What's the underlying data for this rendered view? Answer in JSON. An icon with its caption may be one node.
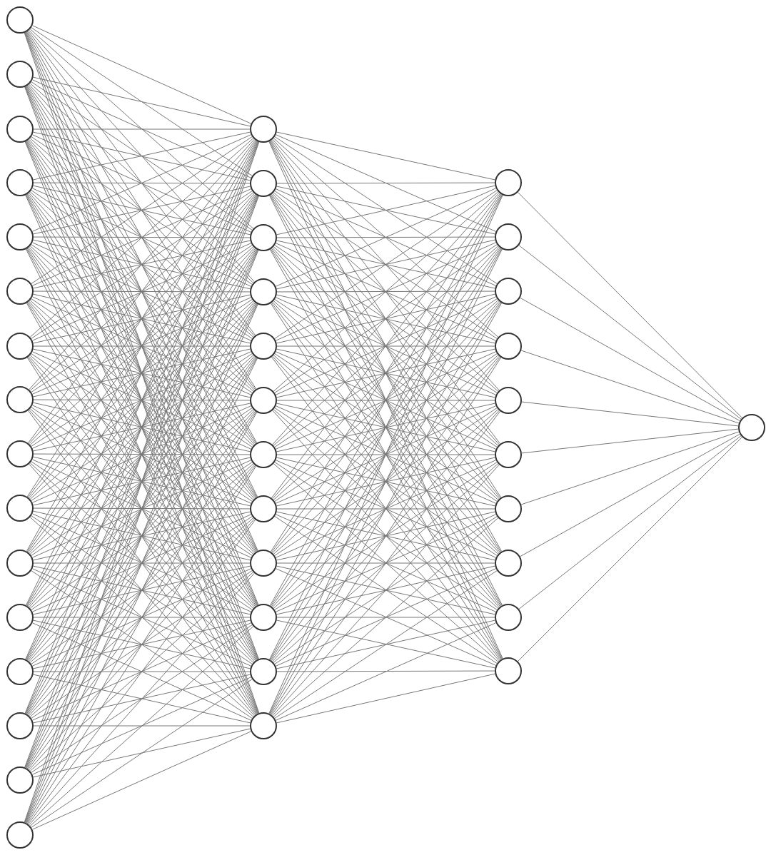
{
  "diagram": {
    "nodes": [
      {
        "text": [],
        "shape": "circle"
      },
      {
        "text": [],
        "shape": "circle"
      },
      {
        "text": [],
        "shape": "circle"
      },
      {
        "text": [],
        "shape": "circle"
      },
      {
        "text": [],
        "shape": "circle"
      },
      {
        "text": [],
        "shape": "circle"
      },
      {
        "text": [],
        "shape": "circle"
      },
      {
        "text": [],
        "shape": "circle"
      },
      {
        "text": [],
        "shape": "circle"
      },
      {
        "text": [],
        "shape": "circle"
      },
      {
        "text": [],
        "shape": "circle"
      },
      {
        "text": [],
        "shape": "circle"
      },
      {
        "text": [],
        "shape": "circle"
      },
      {
        "text": [],
        "shape": "circle"
      },
      {
        "text": [],
        "shape": "circle"
      },
      {
        "text": [],
        "shape": "circle"
      },
      {
        "text": [],
        "shape": "circle"
      },
      {
        "text": [],
        "shape": "circle"
      },
      {
        "text": [],
        "shape": "circle"
      },
      {
        "text": [],
        "shape": "circle"
      },
      {
        "text": [],
        "shape": "circle"
      },
      {
        "text": [],
        "shape": "circle"
      },
      {
        "text": [],
        "shape": "circle"
      },
      {
        "text": [],
        "shape": "circle"
      },
      {
        "text": [],
        "shape": "circle"
      },
      {
        "text": [],
        "shape": "circle"
      },
      {
        "text": [],
        "shape": "circle"
      },
      {
        "text": [],
        "shape": "circle"
      },
      {
        "text": [],
        "shape": "circle"
      },
      {
        "text": [],
        "shape": "circle"
      },
      {
        "text": [],
        "shape": "circle"
      },
      {
        "text": [],
        "shape": "circle"
      },
      {
        "text": [],
        "shape": "circle"
      },
      {
        "text": [],
        "shape": "circle"
      },
      {
        "text": [],
        "shape": "circle"
      },
      {
        "text": [],
        "shape": "circle"
      },
      {
        "text": [],
        "shape": "circle"
      },
      {
        "text": [],
        "shape": "circle"
      },
      {
        "text": [],
        "shape": "circle"
      }
    ],
    "edges": [
      {
        "from": 0,
        "to": 16,
        "arrow": "none"
      },
      {
        "from": 0,
        "to": 17,
        "arrow": "none"
      },
      {
        "from": 0,
        "to": 18,
        "arrow": "none"
      },
      {
        "from": 0,
        "to": 19,
        "arrow": "none"
      },
      {
        "from": 0,
        "to": 20,
        "arrow": "none"
      },
      {
        "from": 0,
        "to": 21,
        "arrow": "none"
      },
      {
        "from": 0,
        "to": 22,
        "arrow": "none"
      },
      {
        "from": 0,
        "to": 23,
        "arrow": "none"
      },
      {
        "from": 0,
        "to": 24,
        "arrow": "none"
      },
      {
        "from": 0,
        "to": 25,
        "arrow": "none"
      },
      {
        "from": 0,
        "to": 26,
        "arrow": "none"
      },
      {
        "from": 0,
        "to": 27,
        "arrow": "none"
      },
      {
        "from": 1,
        "to": 16,
        "arrow": "none"
      },
      {
        "from": 1,
        "to": 17,
        "arrow": "none"
      },
      {
        "from": 1,
        "to": 18,
        "arrow": "none"
      },
      {
        "from": 1,
        "to": 19,
        "arrow": "none"
      },
      {
        "from": 1,
        "to": 20,
        "arrow": "none"
      },
      {
        "from": 1,
        "to": 21,
        "arrow": "none"
      },
      {
        "from": 1,
        "to": 22,
        "arrow": "none"
      },
      {
        "from": 1,
        "to": 23,
        "arrow": "none"
      },
      {
        "from": 1,
        "to": 24,
        "arrow": "none"
      },
      {
        "from": 1,
        "to": 25,
        "arrow": "none"
      },
      {
        "from": 1,
        "to": 26,
        "arrow": "none"
      },
      {
        "from": 1,
        "to": 27,
        "arrow": "none"
      },
      {
        "from": 2,
        "to": 16,
        "arrow": "none"
      },
      {
        "from": 2,
        "to": 17,
        "arrow": "none"
      },
      {
        "from": 2,
        "to": 18,
        "arrow": "none"
      },
      {
        "from": 2,
        "to": 19,
        "arrow": "none"
      },
      {
        "from": 2,
        "to": 20,
        "arrow": "none"
      },
      {
        "from": 2,
        "to": 21,
        "arrow": "none"
      },
      {
        "from": 2,
        "to": 22,
        "arrow": "none"
      },
      {
        "from": 2,
        "to": 23,
        "arrow": "none"
      },
      {
        "from": 2,
        "to": 24,
        "arrow": "none"
      },
      {
        "from": 2,
        "to": 25,
        "arrow": "none"
      },
      {
        "from": 2,
        "to": 26,
        "arrow": "none"
      },
      {
        "from": 2,
        "to": 27,
        "arrow": "none"
      },
      {
        "from": 3,
        "to": 16,
        "arrow": "none"
      },
      {
        "from": 3,
        "to": 17,
        "arrow": "none"
      },
      {
        "from": 3,
        "to": 18,
        "arrow": "none"
      },
      {
        "from": 3,
        "to": 19,
        "arrow": "none"
      },
      {
        "from": 3,
        "to": 20,
        "arrow": "none"
      },
      {
        "from": 3,
        "to": 21,
        "arrow": "none"
      },
      {
        "from": 3,
        "to": 22,
        "arrow": "none"
      },
      {
        "from": 3,
        "to": 23,
        "arrow": "none"
      },
      {
        "from": 3,
        "to": 24,
        "arrow": "none"
      },
      {
        "from": 3,
        "to": 25,
        "arrow": "none"
      },
      {
        "from": 3,
        "to": 26,
        "arrow": "none"
      },
      {
        "from": 3,
        "to": 27,
        "arrow": "none"
      },
      {
        "from": 4,
        "to": 16,
        "arrow": "none"
      },
      {
        "from": 4,
        "to": 17,
        "arrow": "none"
      },
      {
        "from": 4,
        "to": 18,
        "arrow": "none"
      },
      {
        "from": 4,
        "to": 19,
        "arrow": "none"
      },
      {
        "from": 4,
        "to": 20,
        "arrow": "none"
      },
      {
        "from": 4,
        "to": 21,
        "arrow": "none"
      },
      {
        "from": 4,
        "to": 22,
        "arrow": "none"
      },
      {
        "from": 4,
        "to": 23,
        "arrow": "none"
      },
      {
        "from": 4,
        "to": 24,
        "arrow": "none"
      },
      {
        "from": 4,
        "to": 25,
        "arrow": "none"
      },
      {
        "from": 4,
        "to": 26,
        "arrow": "none"
      },
      {
        "from": 4,
        "to": 27,
        "arrow": "none"
      },
      {
        "from": 5,
        "to": 16,
        "arrow": "none"
      },
      {
        "from": 5,
        "to": 17,
        "arrow": "none"
      },
      {
        "from": 5,
        "to": 18,
        "arrow": "none"
      },
      {
        "from": 5,
        "to": 19,
        "arrow": "none"
      },
      {
        "from": 5,
        "to": 20,
        "arrow": "none"
      },
      {
        "from": 5,
        "to": 21,
        "arrow": "none"
      },
      {
        "from": 5,
        "to": 22,
        "arrow": "none"
      },
      {
        "from": 5,
        "to": 23,
        "arrow": "none"
      },
      {
        "from": 5,
        "to": 24,
        "arrow": "none"
      },
      {
        "from": 5,
        "to": 25,
        "arrow": "none"
      },
      {
        "from": 5,
        "to": 26,
        "arrow": "none"
      },
      {
        "from": 5,
        "to": 27,
        "arrow": "none"
      },
      {
        "from": 6,
        "to": 16,
        "arrow": "none"
      },
      {
        "from": 6,
        "to": 17,
        "arrow": "none"
      },
      {
        "from": 6,
        "to": 18,
        "arrow": "none"
      },
      {
        "from": 6,
        "to": 19,
        "arrow": "none"
      },
      {
        "from": 6,
        "to": 20,
        "arrow": "none"
      },
      {
        "from": 6,
        "to": 21,
        "arrow": "none"
      },
      {
        "from": 6,
        "to": 22,
        "arrow": "none"
      },
      {
        "from": 6,
        "to": 23,
        "arrow": "none"
      },
      {
        "from": 6,
        "to": 24,
        "arrow": "none"
      },
      {
        "from": 6,
        "to": 25,
        "arrow": "none"
      },
      {
        "from": 6,
        "to": 26,
        "arrow": "none"
      },
      {
        "from": 6,
        "to": 27,
        "arrow": "none"
      },
      {
        "from": 7,
        "to": 16,
        "arrow": "none"
      },
      {
        "from": 7,
        "to": 17,
        "arrow": "none"
      },
      {
        "from": 7,
        "to": 18,
        "arrow": "none"
      },
      {
        "from": 7,
        "to": 19,
        "arrow": "none"
      },
      {
        "from": 7,
        "to": 20,
        "arrow": "none"
      },
      {
        "from": 7,
        "to": 21,
        "arrow": "none"
      },
      {
        "from": 7,
        "to": 22,
        "arrow": "none"
      },
      {
        "from": 7,
        "to": 23,
        "arrow": "none"
      },
      {
        "from": 7,
        "to": 24,
        "arrow": "none"
      },
      {
        "from": 7,
        "to": 25,
        "arrow": "none"
      },
      {
        "from": 7,
        "to": 26,
        "arrow": "none"
      },
      {
        "from": 7,
        "to": 27,
        "arrow": "none"
      },
      {
        "from": 8,
        "to": 16,
        "arrow": "none"
      },
      {
        "from": 8,
        "to": 17,
        "arrow": "none"
      },
      {
        "from": 8,
        "to": 18,
        "arrow": "none"
      },
      {
        "from": 8,
        "to": 19,
        "arrow": "none"
      },
      {
        "from": 8,
        "to": 20,
        "arrow": "none"
      },
      {
        "from": 8,
        "to": 21,
        "arrow": "none"
      },
      {
        "from": 8,
        "to": 22,
        "arrow": "none"
      },
      {
        "from": 8,
        "to": 23,
        "arrow": "none"
      },
      {
        "from": 8,
        "to": 24,
        "arrow": "none"
      },
      {
        "from": 8,
        "to": 25,
        "arrow": "none"
      },
      {
        "from": 8,
        "to": 26,
        "arrow": "none"
      },
      {
        "from": 8,
        "to": 27,
        "arrow": "none"
      },
      {
        "from": 9,
        "to": 16,
        "arrow": "none"
      },
      {
        "from": 9,
        "to": 17,
        "arrow": "none"
      },
      {
        "from": 9,
        "to": 18,
        "arrow": "none"
      },
      {
        "from": 9,
        "to": 19,
        "arrow": "none"
      },
      {
        "from": 9,
        "to": 20,
        "arrow": "none"
      },
      {
        "from": 9,
        "to": 21,
        "arrow": "none"
      },
      {
        "from": 9,
        "to": 22,
        "arrow": "none"
      },
      {
        "from": 9,
        "to": 23,
        "arrow": "none"
      },
      {
        "from": 9,
        "to": 24,
        "arrow": "none"
      },
      {
        "from": 9,
        "to": 25,
        "arrow": "none"
      },
      {
        "from": 9,
        "to": 26,
        "arrow": "none"
      },
      {
        "from": 9,
        "to": 27,
        "arrow": "none"
      },
      {
        "from": 10,
        "to": 16,
        "arrow": "none"
      },
      {
        "from": 10,
        "to": 17,
        "arrow": "none"
      },
      {
        "from": 10,
        "to": 18,
        "arrow": "none"
      },
      {
        "from": 10,
        "to": 19,
        "arrow": "none"
      },
      {
        "from": 10,
        "to": 20,
        "arrow": "none"
      },
      {
        "from": 10,
        "to": 21,
        "arrow": "none"
      },
      {
        "from": 10,
        "to": 22,
        "arrow": "none"
      },
      {
        "from": 10,
        "to": 23,
        "arrow": "none"
      },
      {
        "from": 10,
        "to": 24,
        "arrow": "none"
      },
      {
        "from": 10,
        "to": 25,
        "arrow": "none"
      },
      {
        "from": 10,
        "to": 26,
        "arrow": "none"
      },
      {
        "from": 10,
        "to": 27,
        "arrow": "none"
      },
      {
        "from": 11,
        "to": 16,
        "arrow": "none"
      },
      {
        "from": 11,
        "to": 17,
        "arrow": "none"
      },
      {
        "from": 11,
        "to": 18,
        "arrow": "none"
      },
      {
        "from": 11,
        "to": 19,
        "arrow": "none"
      },
      {
        "from": 11,
        "to": 20,
        "arrow": "none"
      },
      {
        "from": 11,
        "to": 21,
        "arrow": "none"
      },
      {
        "from": 11,
        "to": 22,
        "arrow": "none"
      },
      {
        "from": 11,
        "to": 23,
        "arrow": "none"
      },
      {
        "from": 11,
        "to": 24,
        "arrow": "none"
      },
      {
        "from": 11,
        "to": 25,
        "arrow": "none"
      },
      {
        "from": 11,
        "to": 26,
        "arrow": "none"
      },
      {
        "from": 11,
        "to": 27,
        "arrow": "none"
      },
      {
        "from": 12,
        "to": 16,
        "arrow": "none"
      },
      {
        "from": 12,
        "to": 17,
        "arrow": "none"
      },
      {
        "from": 12,
        "to": 18,
        "arrow": "none"
      },
      {
        "from": 12,
        "to": 19,
        "arrow": "none"
      },
      {
        "from": 12,
        "to": 20,
        "arrow": "none"
      },
      {
        "from": 12,
        "to": 21,
        "arrow": "none"
      },
      {
        "from": 12,
        "to": 22,
        "arrow": "none"
      },
      {
        "from": 12,
        "to": 23,
        "arrow": "none"
      },
      {
        "from": 12,
        "to": 24,
        "arrow": "none"
      },
      {
        "from": 12,
        "to": 25,
        "arrow": "none"
      },
      {
        "from": 12,
        "to": 26,
        "arrow": "none"
      },
      {
        "from": 12,
        "to": 27,
        "arrow": "none"
      },
      {
        "from": 13,
        "to": 16,
        "arrow": "none"
      },
      {
        "from": 13,
        "to": 17,
        "arrow": "none"
      },
      {
        "from": 13,
        "to": 18,
        "arrow": "none"
      },
      {
        "from": 13,
        "to": 19,
        "arrow": "none"
      },
      {
        "from": 13,
        "to": 20,
        "arrow": "none"
      },
      {
        "from": 13,
        "to": 21,
        "arrow": "none"
      },
      {
        "from": 13,
        "to": 22,
        "arrow": "none"
      },
      {
        "from": 13,
        "to": 23,
        "arrow": "none"
      },
      {
        "from": 13,
        "to": 24,
        "arrow": "none"
      },
      {
        "from": 13,
        "to": 25,
        "arrow": "none"
      },
      {
        "from": 13,
        "to": 26,
        "arrow": "none"
      },
      {
        "from": 13,
        "to": 27,
        "arrow": "none"
      },
      {
        "from": 14,
        "to": 16,
        "arrow": "none"
      },
      {
        "from": 14,
        "to": 17,
        "arrow": "none"
      },
      {
        "from": 14,
        "to": 18,
        "arrow": "none"
      },
      {
        "from": 14,
        "to": 19,
        "arrow": "none"
      },
      {
        "from": 14,
        "to": 20,
        "arrow": "none"
      },
      {
        "from": 14,
        "to": 21,
        "arrow": "none"
      },
      {
        "from": 14,
        "to": 22,
        "arrow": "none"
      },
      {
        "from": 14,
        "to": 23,
        "arrow": "none"
      },
      {
        "from": 14,
        "to": 24,
        "arrow": "none"
      },
      {
        "from": 14,
        "to": 25,
        "arrow": "none"
      },
      {
        "from": 14,
        "to": 26,
        "arrow": "none"
      },
      {
        "from": 14,
        "to": 27,
        "arrow": "none"
      },
      {
        "from": 15,
        "to": 16,
        "arrow": "none"
      },
      {
        "from": 15,
        "to": 17,
        "arrow": "none"
      },
      {
        "from": 15,
        "to": 18,
        "arrow": "none"
      },
      {
        "from": 15,
        "to": 19,
        "arrow": "none"
      },
      {
        "from": 15,
        "to": 20,
        "arrow": "none"
      },
      {
        "from": 15,
        "to": 21,
        "arrow": "none"
      },
      {
        "from": 15,
        "to": 22,
        "arrow": "none"
      },
      {
        "from": 15,
        "to": 23,
        "arrow": "none"
      },
      {
        "from": 15,
        "to": 24,
        "arrow": "none"
      },
      {
        "from": 15,
        "to": 25,
        "arrow": "none"
      },
      {
        "from": 15,
        "to": 26,
        "arrow": "none"
      },
      {
        "from": 15,
        "to": 27,
        "arrow": "none"
      },
      {
        "from": 16,
        "to": 28,
        "arrow": "none"
      },
      {
        "from": 16,
        "to": 29,
        "arrow": "none"
      },
      {
        "from": 16,
        "to": 30,
        "arrow": "none"
      },
      {
        "from": 16,
        "to": 31,
        "arrow": "none"
      },
      {
        "from": 16,
        "to": 32,
        "arrow": "none"
      },
      {
        "from": 16,
        "to": 33,
        "arrow": "none"
      },
      {
        "from": 16,
        "to": 34,
        "arrow": "none"
      },
      {
        "from": 16,
        "to": 35,
        "arrow": "none"
      },
      {
        "from": 16,
        "to": 36,
        "arrow": "none"
      },
      {
        "from": 16,
        "to": 37,
        "arrow": "none"
      },
      {
        "from": 17,
        "to": 28,
        "arrow": "none"
      },
      {
        "from": 17,
        "to": 29,
        "arrow": "none"
      },
      {
        "from": 17,
        "to": 30,
        "arrow": "none"
      },
      {
        "from": 17,
        "to": 31,
        "arrow": "none"
      },
      {
        "from": 17,
        "to": 32,
        "arrow": "none"
      },
      {
        "from": 17,
        "to": 33,
        "arrow": "none"
      },
      {
        "from": 17,
        "to": 34,
        "arrow": "none"
      },
      {
        "from": 17,
        "to": 35,
        "arrow": "none"
      },
      {
        "from": 17,
        "to": 36,
        "arrow": "none"
      },
      {
        "from": 17,
        "to": 37,
        "arrow": "none"
      },
      {
        "from": 18,
        "to": 28,
        "arrow": "none"
      },
      {
        "from": 18,
        "to": 29,
        "arrow": "none"
      },
      {
        "from": 18,
        "to": 30,
        "arrow": "none"
      },
      {
        "from": 18,
        "to": 31,
        "arrow": "none"
      },
      {
        "from": 18,
        "to": 32,
        "arrow": "none"
      },
      {
        "from": 18,
        "to": 33,
        "arrow": "none"
      },
      {
        "from": 18,
        "to": 34,
        "arrow": "none"
      },
      {
        "from": 18,
        "to": 35,
        "arrow": "none"
      },
      {
        "from": 18,
        "to": 36,
        "arrow": "none"
      },
      {
        "from": 18,
        "to": 37,
        "arrow": "none"
      },
      {
        "from": 19,
        "to": 28,
        "arrow": "none"
      },
      {
        "from": 19,
        "to": 29,
        "arrow": "none"
      },
      {
        "from": 19,
        "to": 30,
        "arrow": "none"
      },
      {
        "from": 19,
        "to": 31,
        "arrow": "none"
      },
      {
        "from": 19,
        "to": 32,
        "arrow": "none"
      },
      {
        "from": 19,
        "to": 33,
        "arrow": "none"
      },
      {
        "from": 19,
        "to": 34,
        "arrow": "none"
      },
      {
        "from": 19,
        "to": 35,
        "arrow": "none"
      },
      {
        "from": 19,
        "to": 36,
        "arrow": "none"
      },
      {
        "from": 19,
        "to": 37,
        "arrow": "none"
      },
      {
        "from": 20,
        "to": 28,
        "arrow": "none"
      },
      {
        "from": 20,
        "to": 29,
        "arrow": "none"
      },
      {
        "from": 20,
        "to": 30,
        "arrow": "none"
      },
      {
        "from": 20,
        "to": 31,
        "arrow": "none"
      },
      {
        "from": 20,
        "to": 32,
        "arrow": "none"
      },
      {
        "from": 20,
        "to": 33,
        "arrow": "none"
      },
      {
        "from": 20,
        "to": 34,
        "arrow": "none"
      },
      {
        "from": 20,
        "to": 35,
        "arrow": "none"
      },
      {
        "from": 20,
        "to": 36,
        "arrow": "none"
      },
      {
        "from": 20,
        "to": 37,
        "arrow": "none"
      },
      {
        "from": 21,
        "to": 28,
        "arrow": "none"
      },
      {
        "from": 21,
        "to": 29,
        "arrow": "none"
      },
      {
        "from": 21,
        "to": 30,
        "arrow": "none"
      },
      {
        "from": 21,
        "to": 31,
        "arrow": "none"
      },
      {
        "from": 21,
        "to": 32,
        "arrow": "none"
      },
      {
        "from": 21,
        "to": 33,
        "arrow": "none"
      },
      {
        "from": 21,
        "to": 34,
        "arrow": "none"
      },
      {
        "from": 21,
        "to": 35,
        "arrow": "none"
      },
      {
        "from": 21,
        "to": 36,
        "arrow": "none"
      },
      {
        "from": 21,
        "to": 37,
        "arrow": "none"
      },
      {
        "from": 22,
        "to": 28,
        "arrow": "none"
      },
      {
        "from": 22,
        "to": 29,
        "arrow": "none"
      },
      {
        "from": 22,
        "to": 30,
        "arrow": "none"
      },
      {
        "from": 22,
        "to": 31,
        "arrow": "none"
      },
      {
        "from": 22,
        "to": 32,
        "arrow": "none"
      },
      {
        "from": 22,
        "to": 33,
        "arrow": "none"
      },
      {
        "from": 22,
        "to": 34,
        "arrow": "none"
      },
      {
        "from": 22,
        "to": 35,
        "arrow": "none"
      },
      {
        "from": 22,
        "to": 36,
        "arrow": "none"
      },
      {
        "from": 22,
        "to": 37,
        "arrow": "none"
      },
      {
        "from": 23,
        "to": 28,
        "arrow": "none"
      },
      {
        "from": 23,
        "to": 29,
        "arrow": "none"
      },
      {
        "from": 23,
        "to": 30,
        "arrow": "none"
      },
      {
        "from": 23,
        "to": 31,
        "arrow": "none"
      },
      {
        "from": 23,
        "to": 32,
        "arrow": "none"
      },
      {
        "from": 23,
        "to": 33,
        "arrow": "none"
      },
      {
        "from": 23,
        "to": 34,
        "arrow": "none"
      },
      {
        "from": 23,
        "to": 35,
        "arrow": "none"
      },
      {
        "from": 23,
        "to": 36,
        "arrow": "none"
      },
      {
        "from": 23,
        "to": 37,
        "arrow": "none"
      },
      {
        "from": 24,
        "to": 28,
        "arrow": "none"
      },
      {
        "from": 24,
        "to": 29,
        "arrow": "none"
      },
      {
        "from": 24,
        "to": 30,
        "arrow": "none"
      },
      {
        "from": 24,
        "to": 31,
        "arrow": "none"
      },
      {
        "from": 24,
        "to": 32,
        "arrow": "none"
      },
      {
        "from": 24,
        "to": 33,
        "arrow": "none"
      },
      {
        "from": 24,
        "to": 34,
        "arrow": "none"
      },
      {
        "from": 24,
        "to": 35,
        "arrow": "none"
      },
      {
        "from": 24,
        "to": 36,
        "arrow": "none"
      },
      {
        "from": 24,
        "to": 37,
        "arrow": "none"
      },
      {
        "from": 25,
        "to": 28,
        "arrow": "none"
      },
      {
        "from": 25,
        "to": 29,
        "arrow": "none"
      },
      {
        "from": 25,
        "to": 30,
        "arrow": "none"
      },
      {
        "from": 25,
        "to": 31,
        "arrow": "none"
      },
      {
        "from": 25,
        "to": 32,
        "arrow": "none"
      },
      {
        "from": 25,
        "to": 33,
        "arrow": "none"
      },
      {
        "from": 25,
        "to": 34,
        "arrow": "none"
      },
      {
        "from": 25,
        "to": 35,
        "arrow": "none"
      },
      {
        "from": 25,
        "to": 36,
        "arrow": "none"
      },
      {
        "from": 25,
        "to": 37,
        "arrow": "none"
      },
      {
        "from": 26,
        "to": 28,
        "arrow": "none"
      },
      {
        "from": 26,
        "to": 29,
        "arrow": "none"
      },
      {
        "from": 26,
        "to": 30,
        "arrow": "none"
      },
      {
        "from": 26,
        "to": 31,
        "arrow": "none"
      },
      {
        "from": 26,
        "to": 32,
        "arrow": "none"
      },
      {
        "from": 26,
        "to": 33,
        "arrow": "none"
      },
      {
        "from": 26,
        "to": 34,
        "arrow": "none"
      },
      {
        "from": 26,
        "to": 35,
        "arrow": "none"
      },
      {
        "from": 26,
        "to": 36,
        "arrow": "none"
      },
      {
        "from": 26,
        "to": 37,
        "arrow": "none"
      },
      {
        "from": 27,
        "to": 28,
        "arrow": "none"
      },
      {
        "from": 27,
        "to": 29,
        "arrow": "none"
      },
      {
        "from": 27,
        "to": 30,
        "arrow": "none"
      },
      {
        "from": 27,
        "to": 31,
        "arrow": "none"
      },
      {
        "from": 27,
        "to": 32,
        "arrow": "none"
      },
      {
        "from": 27,
        "to": 33,
        "arrow": "none"
      },
      {
        "from": 27,
        "to": 34,
        "arrow": "none"
      },
      {
        "from": 27,
        "to": 35,
        "arrow": "none"
      },
      {
        "from": 27,
        "to": 36,
        "arrow": "none"
      },
      {
        "from": 27,
        "to": 37,
        "arrow": "none"
      },
      {
        "from": 28,
        "to": 38,
        "arrow": "none"
      },
      {
        "from": 29,
        "to": 38,
        "arrow": "none"
      },
      {
        "from": 30,
        "to": 38,
        "arrow": "none"
      },
      {
        "from": 31,
        "to": 38,
        "arrow": "none"
      },
      {
        "from": 32,
        "to": 38,
        "arrow": "none"
      },
      {
        "from": 33,
        "to": 38,
        "arrow": "none"
      },
      {
        "from": 34,
        "to": 38,
        "arrow": "none"
      },
      {
        "from": 35,
        "to": 38,
        "arrow": "none"
      },
      {
        "from": 36,
        "to": 38,
        "arrow": "none"
      },
      {
        "from": 37,
        "to": 38,
        "arrow": "none"
      }
    ]
  }
}
